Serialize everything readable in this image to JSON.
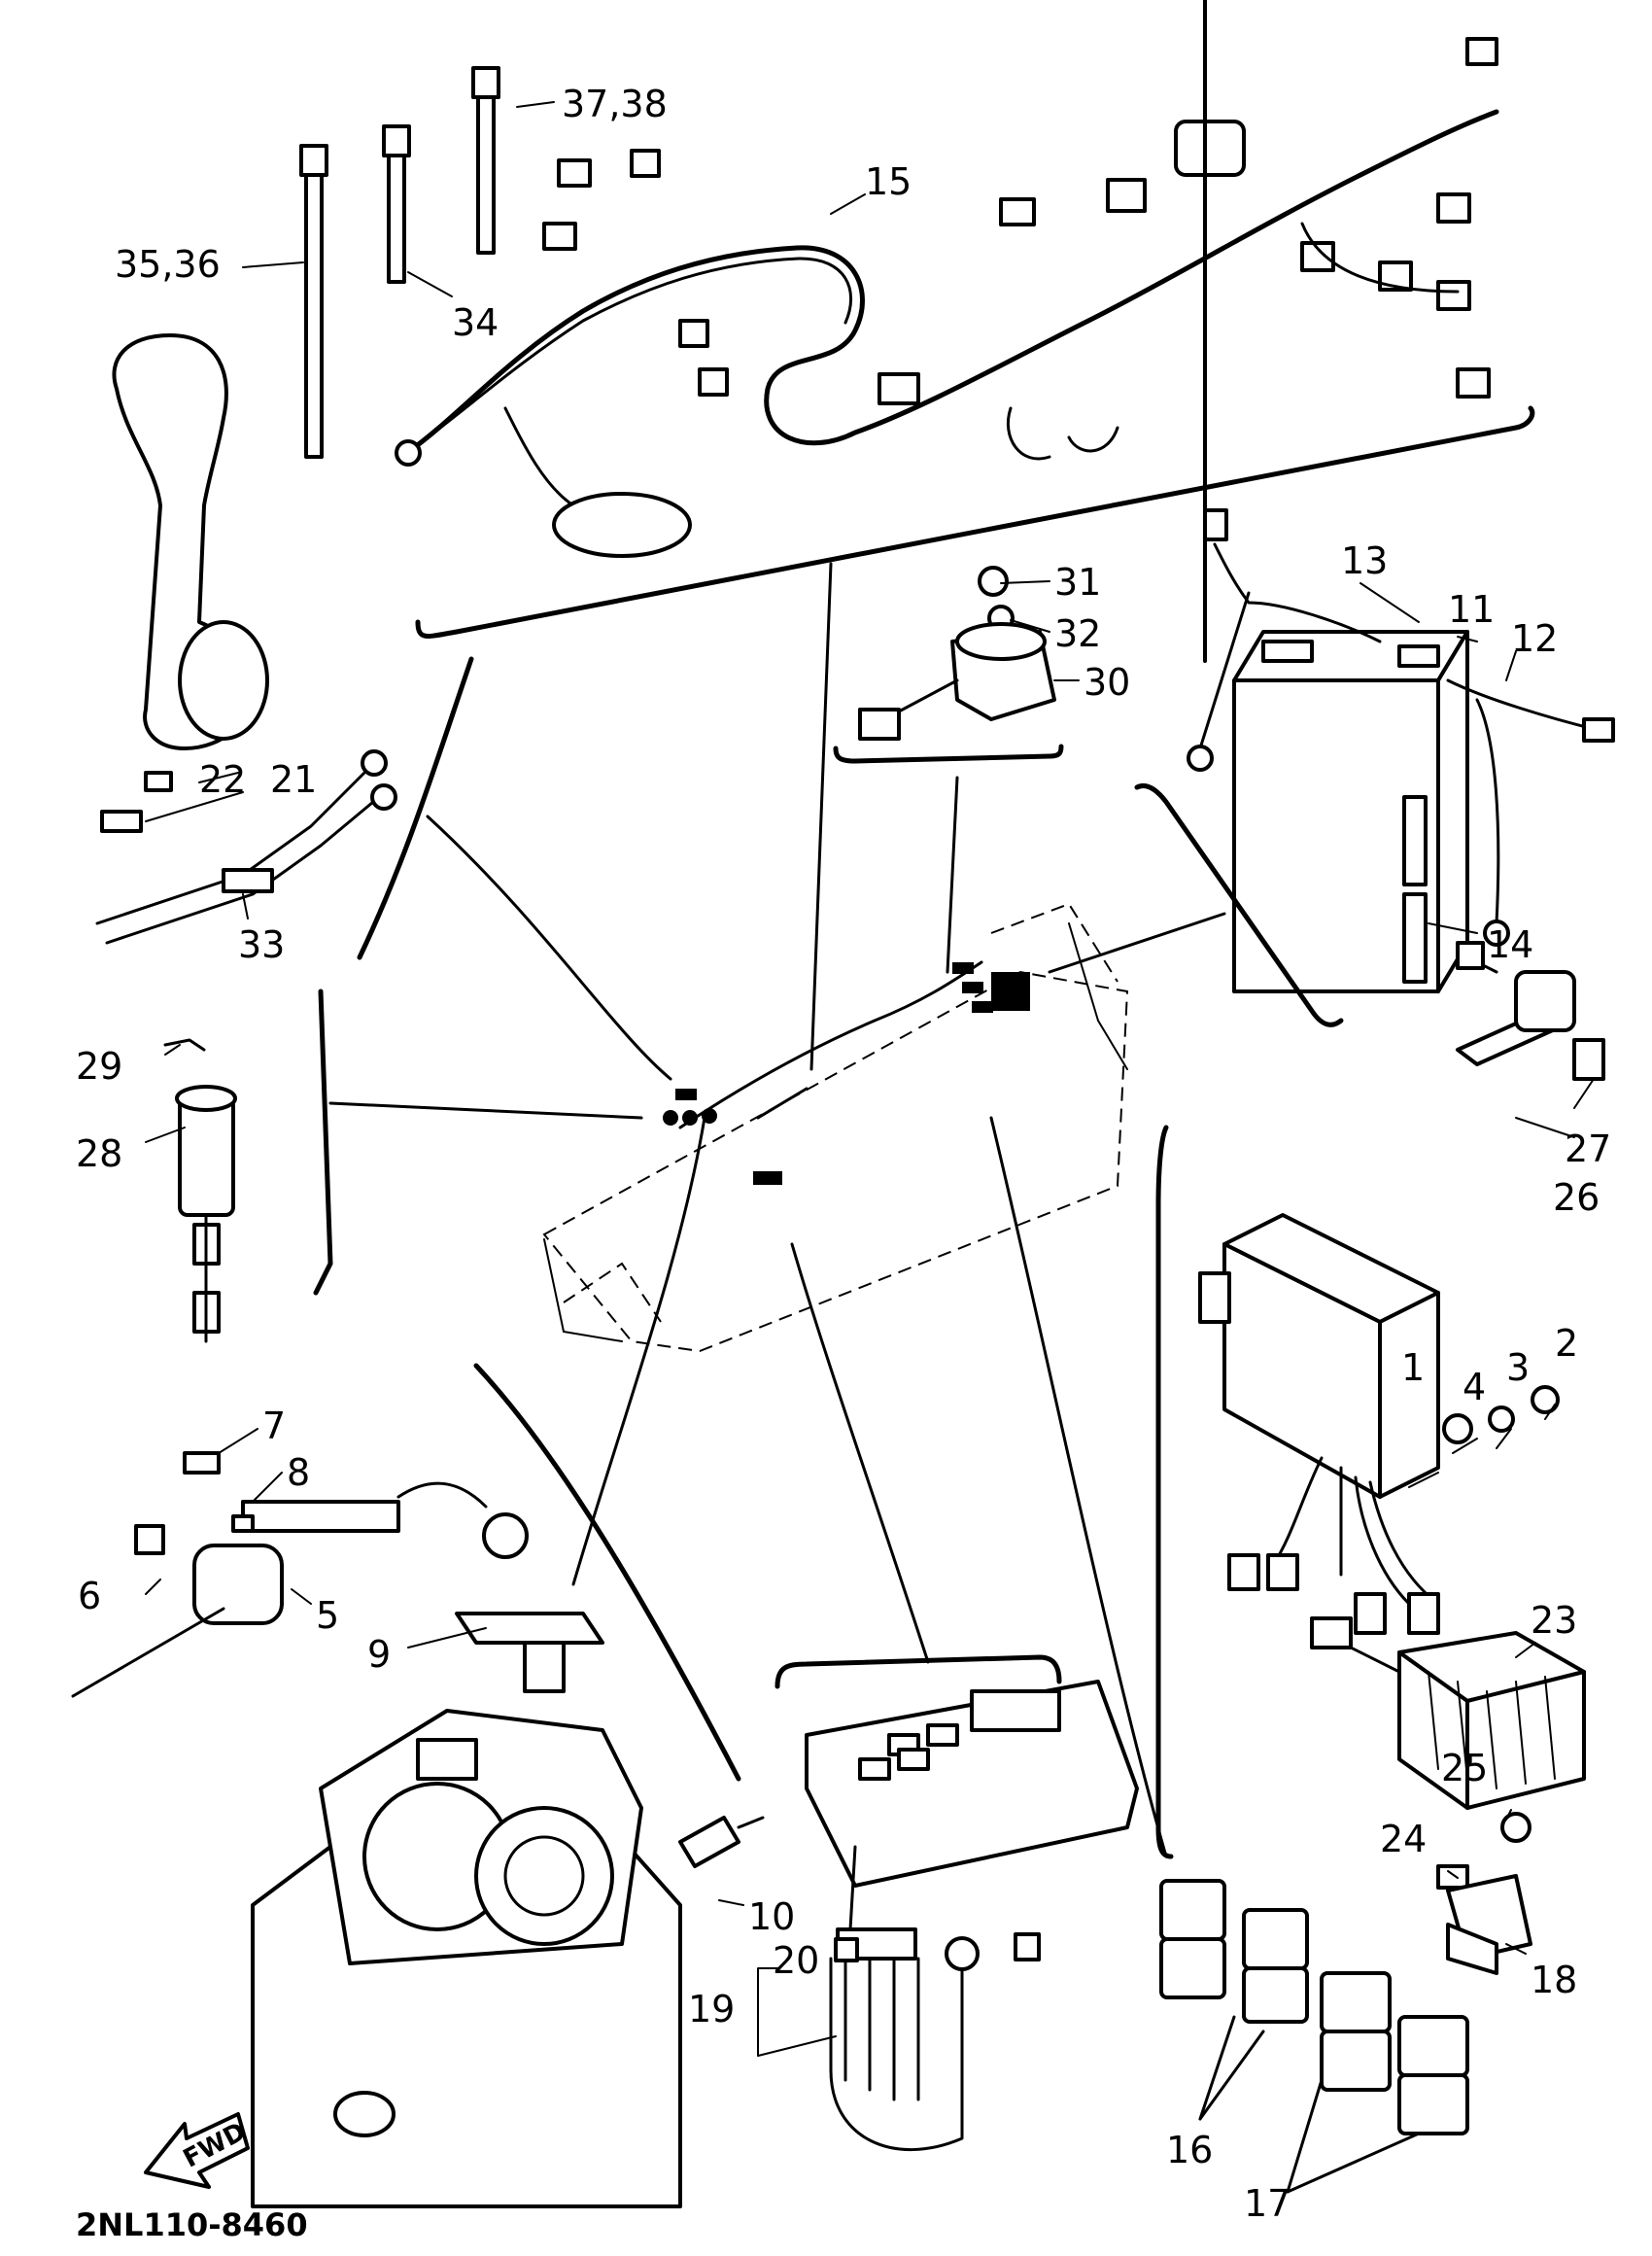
{
  "diagram": {
    "drawing_code": "2NL110-8460",
    "fwd_label": "FWD",
    "callouts": [
      {
        "id": "c1",
        "text": "1"
      },
      {
        "id": "c2",
        "text": "2"
      },
      {
        "id": "c3",
        "text": "3"
      },
      {
        "id": "c4",
        "text": "4"
      },
      {
        "id": "c5",
        "text": "5"
      },
      {
        "id": "c6",
        "text": "6"
      },
      {
        "id": "c7",
        "text": "7"
      },
      {
        "id": "c8",
        "text": "8"
      },
      {
        "id": "c9",
        "text": "9"
      },
      {
        "id": "c10",
        "text": "10"
      },
      {
        "id": "c11",
        "text": "11"
      },
      {
        "id": "c12",
        "text": "12"
      },
      {
        "id": "c13",
        "text": "13"
      },
      {
        "id": "c14",
        "text": "14"
      },
      {
        "id": "c15",
        "text": "15"
      },
      {
        "id": "c16",
        "text": "16"
      },
      {
        "id": "c17",
        "text": "17"
      },
      {
        "id": "c18",
        "text": "18"
      },
      {
        "id": "c19",
        "text": "19"
      },
      {
        "id": "c20",
        "text": "20"
      },
      {
        "id": "c21",
        "text": "21"
      },
      {
        "id": "c22",
        "text": "22"
      },
      {
        "id": "c23",
        "text": "23"
      },
      {
        "id": "c24",
        "text": "24"
      },
      {
        "id": "c25",
        "text": "25"
      },
      {
        "id": "c26",
        "text": "26"
      },
      {
        "id": "c27",
        "text": "27"
      },
      {
        "id": "c28",
        "text": "28"
      },
      {
        "id": "c29",
        "text": "29"
      },
      {
        "id": "c30",
        "text": "30"
      },
      {
        "id": "c31",
        "text": "31"
      },
      {
        "id": "c32",
        "text": "32"
      },
      {
        "id": "c33",
        "text": "33"
      },
      {
        "id": "c34",
        "text": "34"
      },
      {
        "id": "c35",
        "text": "35,36"
      },
      {
        "id": "c37",
        "text": "37,38"
      }
    ]
  }
}
